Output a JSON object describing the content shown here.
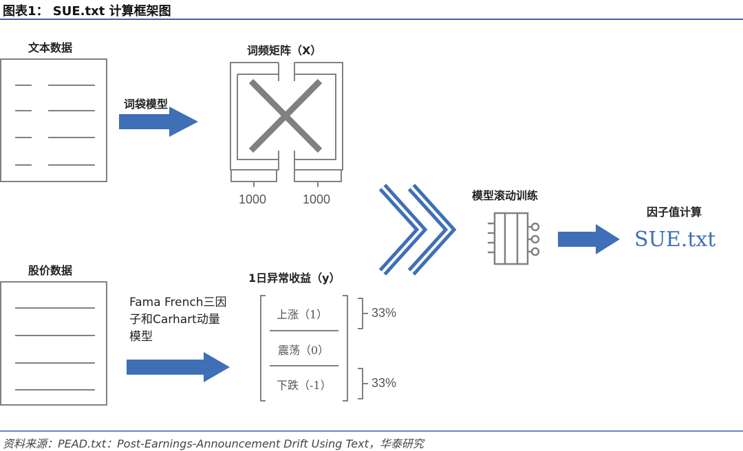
{
  "title": "图表1：  SUE.txt 计算框架图",
  "nodes": {
    "text_data": "文本数据",
    "bag_of_words": "词袋模型",
    "word_freq_matrix": "词频矩阵（X）",
    "matrix_dims": [
      "1000",
      "1000"
    ],
    "stock_data": "股价数据",
    "factor_model": [
      "Fama French三因",
      "子和Carhart动量",
      "模型"
    ],
    "abnormal_return": "1日异常收益（y）",
    "classes": [
      "上涨（1）",
      "震荡（0）",
      "下跌（-1）"
    ],
    "class_shares": [
      "33%",
      "33%"
    ],
    "rolling_training": "模型滚动训练",
    "factor_calc": "因子值计算",
    "output": "SUE.txt"
  },
  "source": "资料来源：PEAD.txt：Post-Earnings-Announcement Drift Using Text，华泰研究",
  "colors": {
    "accent": "#3f6fb6",
    "rule": "#3a5ea8",
    "icon_gray": "#808080"
  }
}
